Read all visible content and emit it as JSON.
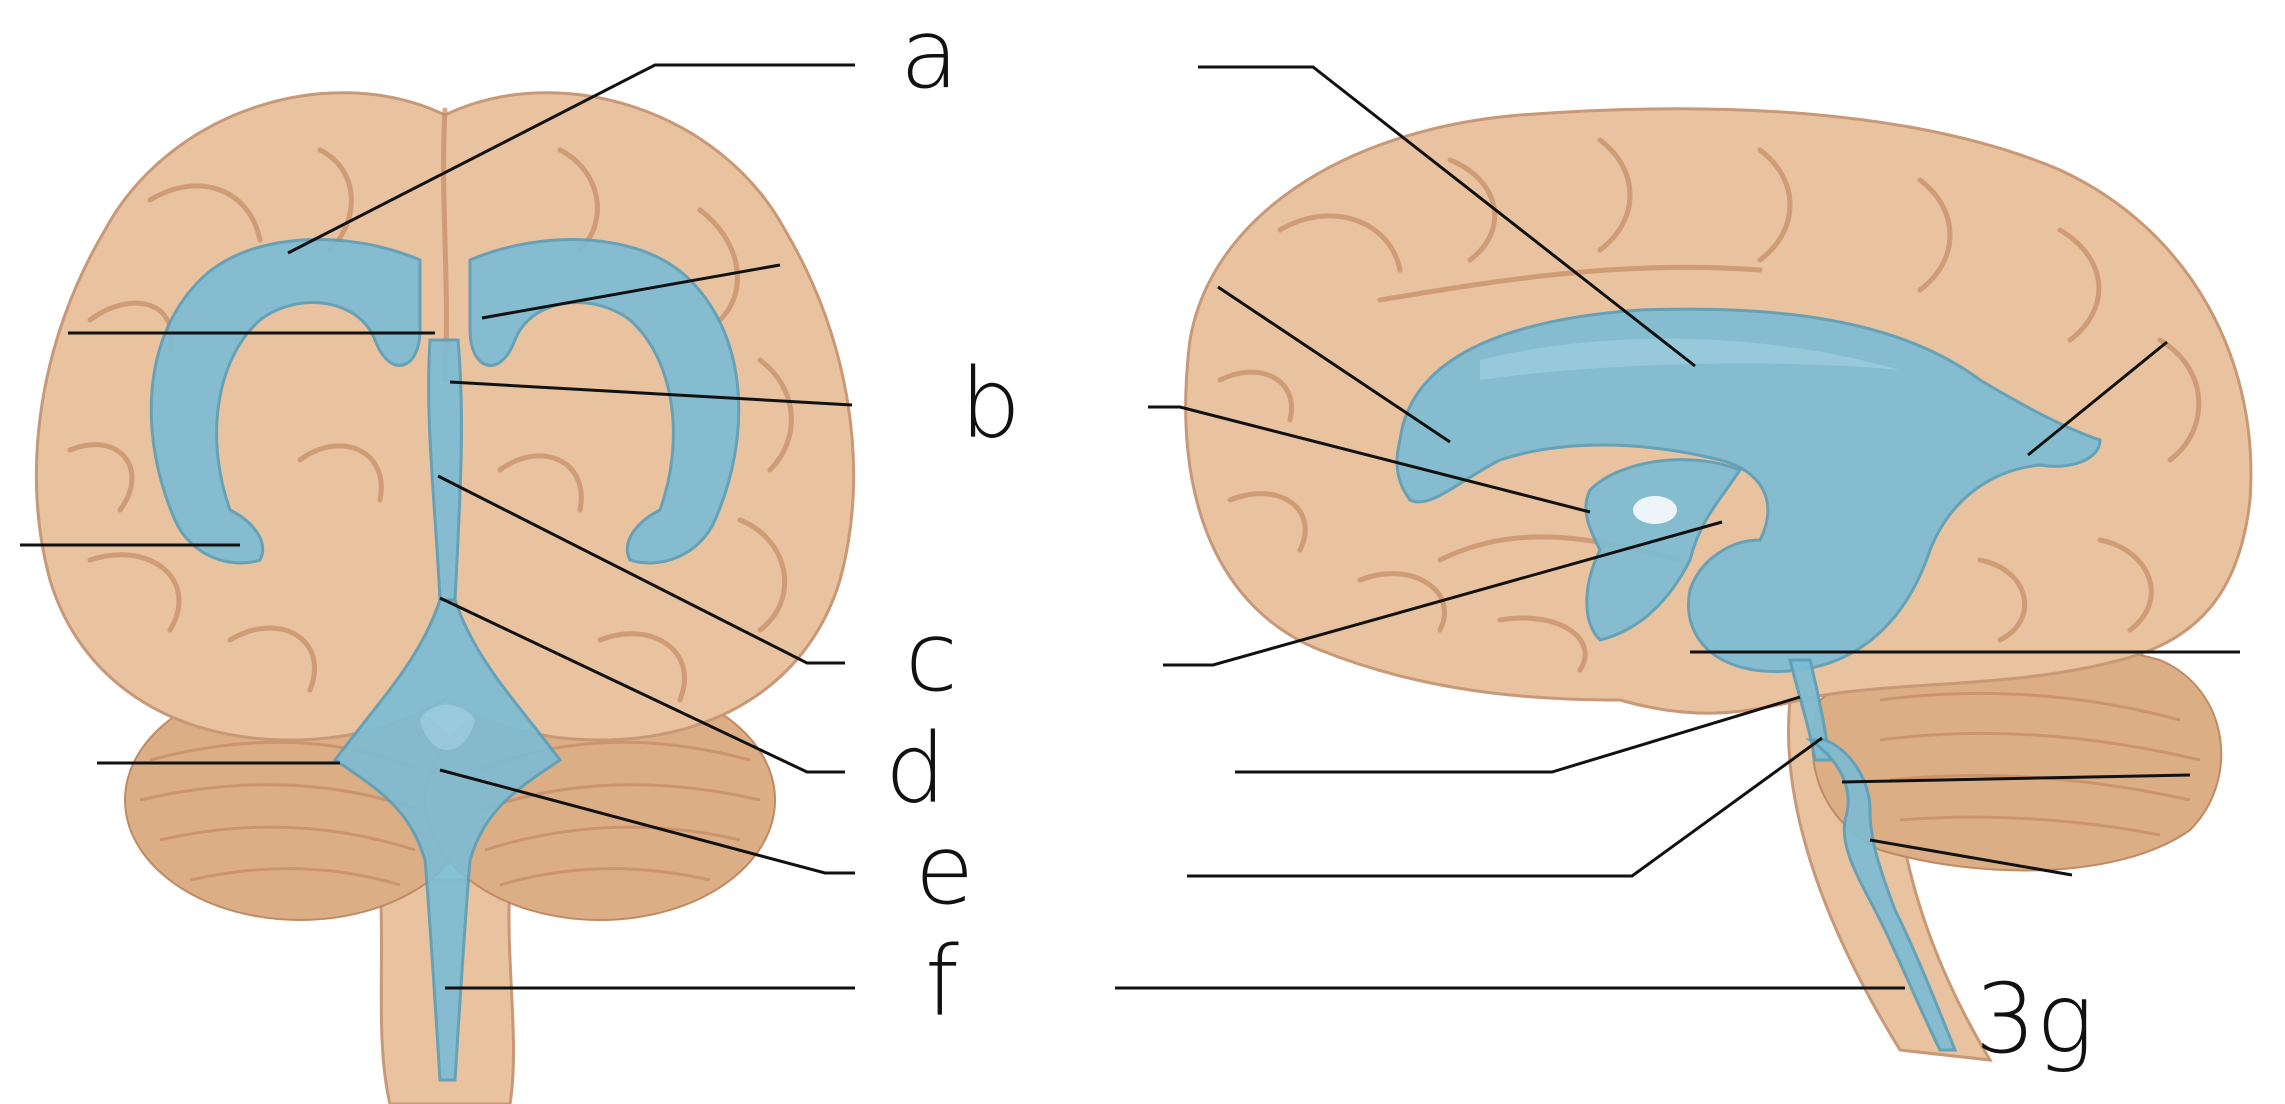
{
  "labels": {
    "a": "a",
    "b": "b",
    "c": "c",
    "d": "d",
    "e": "e",
    "f": "f",
    "g": "3g"
  },
  "colors": {
    "brain": "#e9c2a0",
    "ventricle": "#7dbcd3",
    "line": "#111111",
    "background": "#ffffff"
  }
}
